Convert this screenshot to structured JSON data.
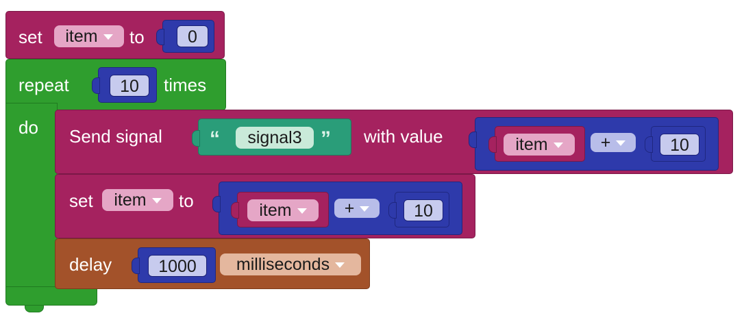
{
  "blocks": {
    "set_init": {
      "set": "set",
      "var": "item",
      "to": "to",
      "value": "0"
    },
    "repeat": {
      "label": "repeat",
      "count": "10",
      "times": "times",
      "do": "do"
    },
    "send": {
      "label": "Send signal",
      "open_quote": "“",
      "signal": "signal3",
      "close_quote": "”",
      "with_value": "with value",
      "expr": {
        "var": "item",
        "op": "+",
        "num": "10"
      }
    },
    "set_loop": {
      "set": "set",
      "var": "item",
      "to": "to",
      "expr": {
        "var": "item",
        "op": "+",
        "num": "10"
      }
    },
    "delay": {
      "label": "delay",
      "value": "1000",
      "unit": "milliseconds"
    }
  },
  "colors": {
    "variables": "#a5225f",
    "loops": "#2f9e2e",
    "math": "#2e3aab",
    "text": "#2a9d79",
    "time": "#a3522a"
  }
}
